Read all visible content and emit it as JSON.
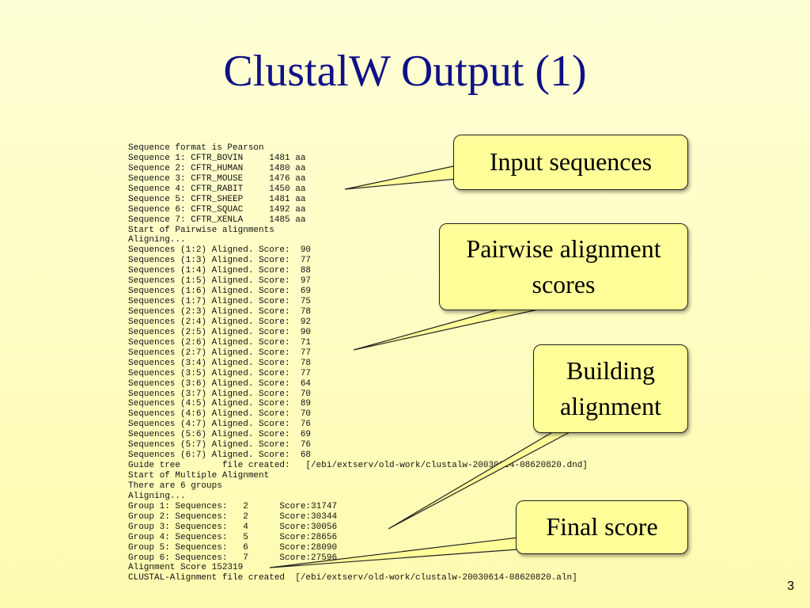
{
  "slide": {
    "title": "ClustalW Output (1)",
    "number": "3"
  },
  "output_lines": [
    "Sequence format is Pearson",
    "Sequence 1: CFTR_BOVIN     1481 aa",
    "Sequence 2: CFTR_HUMAN     1480 aa",
    "Sequence 3: CFTR_MOUSE     1476 aa",
    "Sequence 4: CFTR_RABIT     1450 aa",
    "Sequence 5: CFTR_SHEEP     1481 aa",
    "Sequence 6: CFTR_SQUAC     1492 aa",
    "Sequence 7: CFTR_XENLA     1485 aa",
    "Start of Pairwise alignments",
    "Aligning...",
    "Sequences (1:2) Aligned. Score:  90",
    "Sequences (1:3) Aligned. Score:  77",
    "Sequences (1:4) Aligned. Score:  88",
    "Sequences (1:5) Aligned. Score:  97",
    "Sequences (1:6) Aligned. Score:  69",
    "Sequences (1:7) Aligned. Score:  75",
    "Sequences (2:3) Aligned. Score:  78",
    "Sequences (2:4) Aligned. Score:  92",
    "Sequences (2:5) Aligned. Score:  90",
    "Sequences (2:6) Aligned. Score:  71",
    "Sequences (2:7) Aligned. Score:  77",
    "Sequences (3:4) Aligned. Score:  78",
    "Sequences (3:5) Aligned. Score:  77",
    "Sequences (3:6) Aligned. Score:  64",
    "Sequences (3:7) Aligned. Score:  70",
    "Sequences (4:5) Aligned. Score:  89",
    "Sequences (4:6) Aligned. Score:  70",
    "Sequences (4:7) Aligned. Score:  76",
    "Sequences (5:6) Aligned. Score:  69",
    "Sequences (5:7) Aligned. Score:  76",
    "Sequences (6:7) Aligned. Score:  68",
    "Guide tree        file created:   [/ebi/extserv/old-work/clustalw-20030614-08620820.dnd]",
    "Start of Multiple Alignment",
    "There are 6 groups",
    "Aligning...",
    "Group 1: Sequences:   2      Score:31747",
    "Group 2: Sequences:   2      Score:30344",
    "Group 3: Sequences:   4      Score:30056",
    "Group 4: Sequences:   5      Score:28656",
    "Group 5: Sequences:   6      Score:28090",
    "Group 6: Sequences:   7      Score:27596",
    "Alignment Score 152319",
    "CLUSTAL-Alignment file created  [/ebi/extserv/old-work/clustalw-20030614-08620820.aln]"
  ],
  "callouts": {
    "input": "Input sequences",
    "pairwise": "Pairwise alignment scores",
    "building": "Building alignment",
    "final": "Final score"
  },
  "colors": {
    "title": "#101088",
    "callout_fill": "#fffe99",
    "background": "#fdfbb0"
  }
}
